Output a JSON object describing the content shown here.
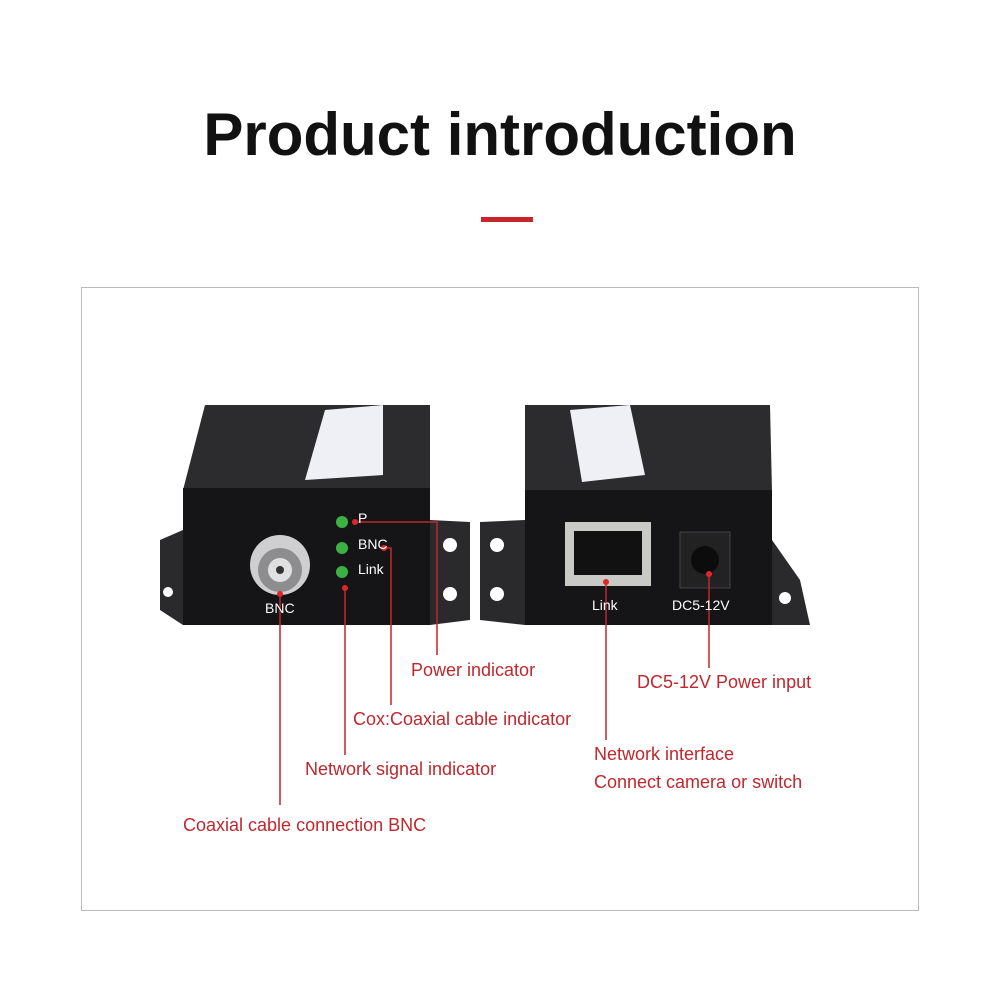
{
  "title": "Product introduction",
  "colors": {
    "accent": "#c8262b",
    "device": "#1c1c1e",
    "led": "#3cb043"
  },
  "device_labels": {
    "led_p": "P",
    "led_bnc": "BNC",
    "led_link": "Link",
    "bnc_port": "BNC",
    "rj45_port": "Link",
    "dc_port": "DC5-12V"
  },
  "callouts": {
    "power": "Power indicator",
    "coax": "Cox:Coaxial cable indicator",
    "network_signal": "Network signal indicator",
    "bnc_connection": "Coaxial cable connection BNC",
    "network_interface_1": "Network interface",
    "network_interface_2": "Connect camera or switch",
    "dc_power": "DC5-12V Power input"
  }
}
